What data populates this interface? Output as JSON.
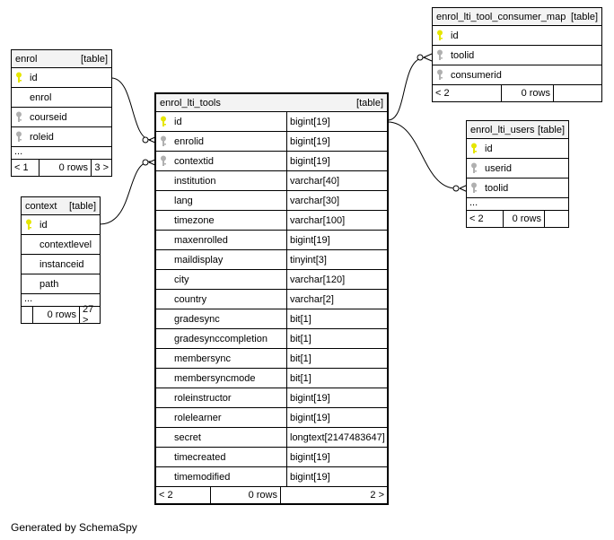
{
  "footer_credit": "Generated by SchemaSpy",
  "tables": {
    "enrol": {
      "name": "enrol",
      "kind": "[table]",
      "columns": [
        {
          "name": "id",
          "key": "pk"
        },
        {
          "name": "enrol",
          "key": "none"
        },
        {
          "name": "courseid",
          "key": "fk"
        },
        {
          "name": "roleid",
          "key": "fk"
        }
      ],
      "more": "...",
      "footer": {
        "parents": "< 1",
        "rows": "0 rows",
        "children": "3 >"
      }
    },
    "context": {
      "name": "context",
      "kind": "[table]",
      "columns": [
        {
          "name": "id",
          "key": "pk"
        },
        {
          "name": "contextlevel",
          "key": "none"
        },
        {
          "name": "instanceid",
          "key": "none"
        },
        {
          "name": "path",
          "key": "none"
        }
      ],
      "more": "...",
      "footer": {
        "parents": "",
        "rows": "0 rows",
        "children": "27 >"
      }
    },
    "enrol_lti_tools": {
      "name": "enrol_lti_tools",
      "kind": "[table]",
      "columns": [
        {
          "name": "id",
          "type": "bigint[19]",
          "key": "pk"
        },
        {
          "name": "enrolid",
          "type": "bigint[19]",
          "key": "fk"
        },
        {
          "name": "contextid",
          "type": "bigint[19]",
          "key": "fk"
        },
        {
          "name": "institution",
          "type": "varchar[40]",
          "key": "none"
        },
        {
          "name": "lang",
          "type": "varchar[30]",
          "key": "none"
        },
        {
          "name": "timezone",
          "type": "varchar[100]",
          "key": "none"
        },
        {
          "name": "maxenrolled",
          "type": "bigint[19]",
          "key": "none"
        },
        {
          "name": "maildisplay",
          "type": "tinyint[3]",
          "key": "none"
        },
        {
          "name": "city",
          "type": "varchar[120]",
          "key": "none"
        },
        {
          "name": "country",
          "type": "varchar[2]",
          "key": "none"
        },
        {
          "name": "gradesync",
          "type": "bit[1]",
          "key": "none"
        },
        {
          "name": "gradesynccompletion",
          "type": "bit[1]",
          "key": "none"
        },
        {
          "name": "membersync",
          "type": "bit[1]",
          "key": "none"
        },
        {
          "name": "membersyncmode",
          "type": "bit[1]",
          "key": "none"
        },
        {
          "name": "roleinstructor",
          "type": "bigint[19]",
          "key": "none"
        },
        {
          "name": "rolelearner",
          "type": "bigint[19]",
          "key": "none"
        },
        {
          "name": "secret",
          "type": "longtext[2147483647]",
          "key": "none"
        },
        {
          "name": "timecreated",
          "type": "bigint[19]",
          "key": "none"
        },
        {
          "name": "timemodified",
          "type": "bigint[19]",
          "key": "none"
        }
      ],
      "footer": {
        "parents": "< 2",
        "rows": "0 rows",
        "children": "2 >"
      }
    },
    "enrol_lti_tool_consumer_map": {
      "name": "enrol_lti_tool_consumer_map",
      "kind": "[table]",
      "columns": [
        {
          "name": "id",
          "key": "pk"
        },
        {
          "name": "toolid",
          "key": "fk"
        },
        {
          "name": "consumerid",
          "key": "fk"
        }
      ],
      "footer": {
        "parents": "< 2",
        "rows": "0 rows",
        "children": ""
      }
    },
    "enrol_lti_users": {
      "name": "enrol_lti_users",
      "kind": "[table]",
      "columns": [
        {
          "name": "id",
          "key": "pk"
        },
        {
          "name": "userid",
          "key": "fk"
        },
        {
          "name": "toolid",
          "key": "fk"
        }
      ],
      "more": "...",
      "footer": {
        "parents": "< 2",
        "rows": "0 rows",
        "children": ""
      }
    }
  },
  "colors": {
    "pk_key": "#e6e600",
    "fk_key": "#b0b0b0",
    "header_bg": "#f3f3f3",
    "line": "#000000"
  }
}
